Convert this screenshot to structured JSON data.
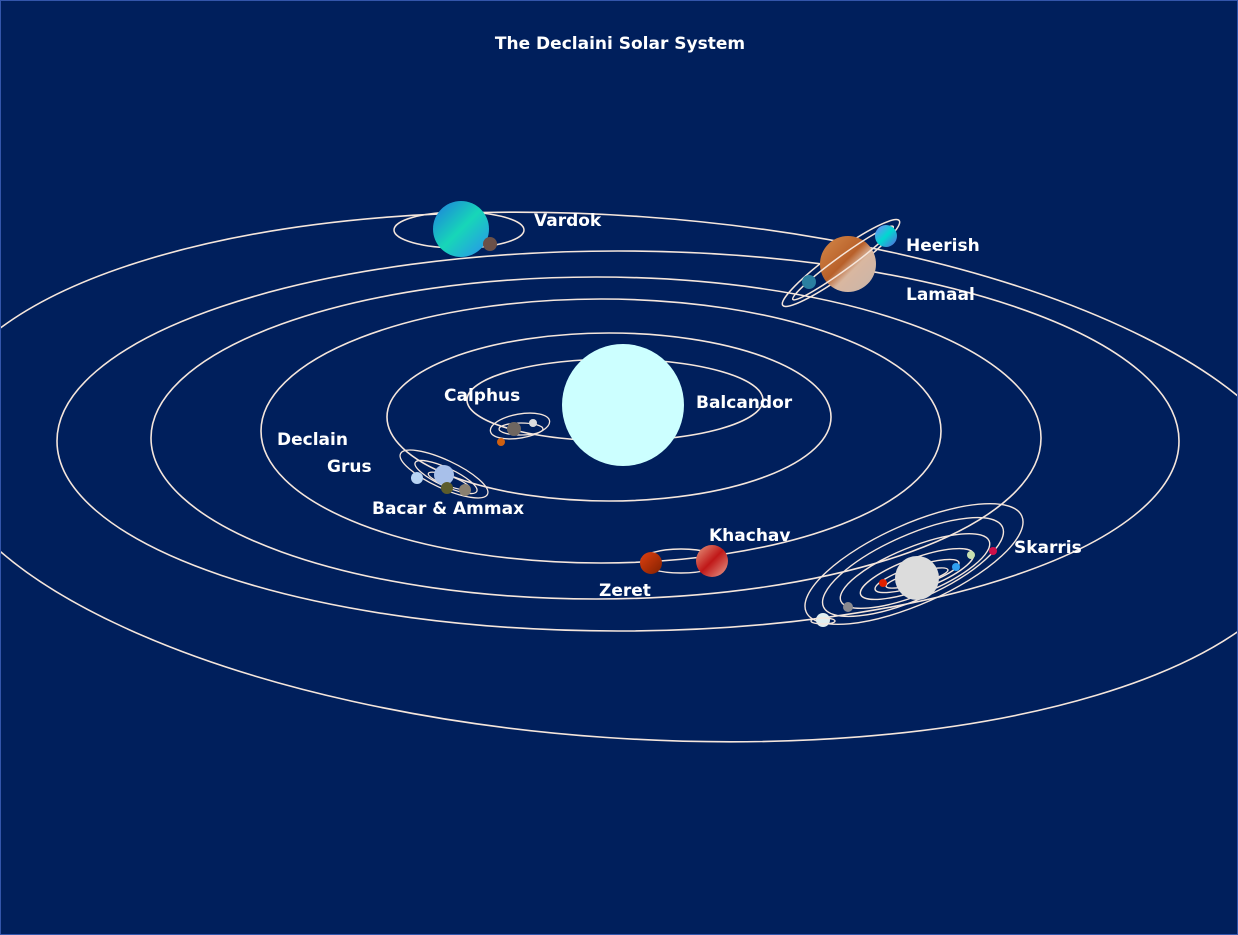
{
  "title": "The Declaini Solar System",
  "labels": {
    "vardok": "Vardok",
    "heerish": "Heerish",
    "lamaal": "Lamaal",
    "calphus": "Calphus",
    "balcandor": "Balcandor",
    "declain": "Declain",
    "grus": "Grus",
    "bacar_ammax": "Bacar & Ammax",
    "khachav": "Khachav",
    "zeret": "Zeret",
    "skarris": "Skarris"
  },
  "colors": {
    "background": "#001f5c",
    "orbit": "#f5e6dc",
    "star": "#ccffff"
  }
}
